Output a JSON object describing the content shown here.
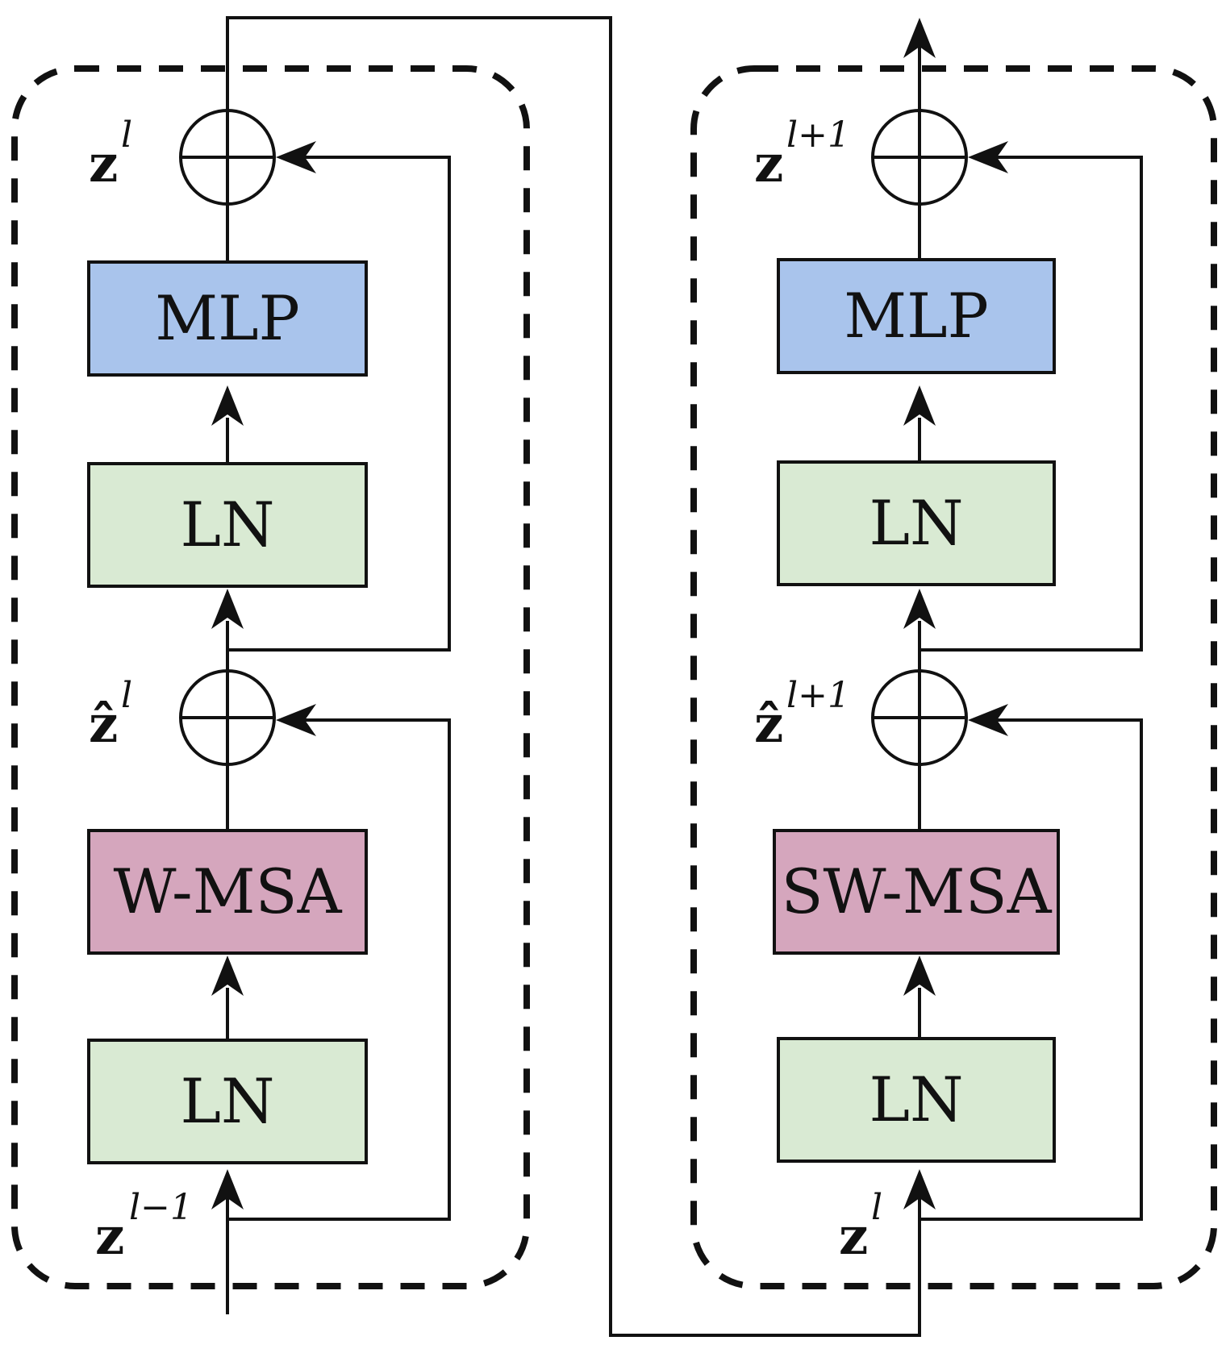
{
  "left_block": {
    "boxes": {
      "mlp": "MLP",
      "ln_top": "LN",
      "msa": "W-MSA",
      "ln_bottom": "LN"
    },
    "labels": {
      "output": {
        "base": "z",
        "sup": "l"
      },
      "mid": {
        "base": "ẑ",
        "sup": "l"
      },
      "input": {
        "base": "z",
        "sup": "l−1"
      }
    }
  },
  "right_block": {
    "boxes": {
      "mlp": "MLP",
      "ln_top": "LN",
      "msa": "SW-MSA",
      "ln_bottom": "LN"
    },
    "labels": {
      "output": {
        "base": "z",
        "sup": "l+1"
      },
      "mid": {
        "base": "ẑ",
        "sup": "l+1"
      },
      "input": {
        "base": "z",
        "sup": "l"
      }
    }
  },
  "colors": {
    "mlp": "#a9c4ec",
    "ln": "#d9ead3",
    "msa": "#d5a6bd"
  }
}
